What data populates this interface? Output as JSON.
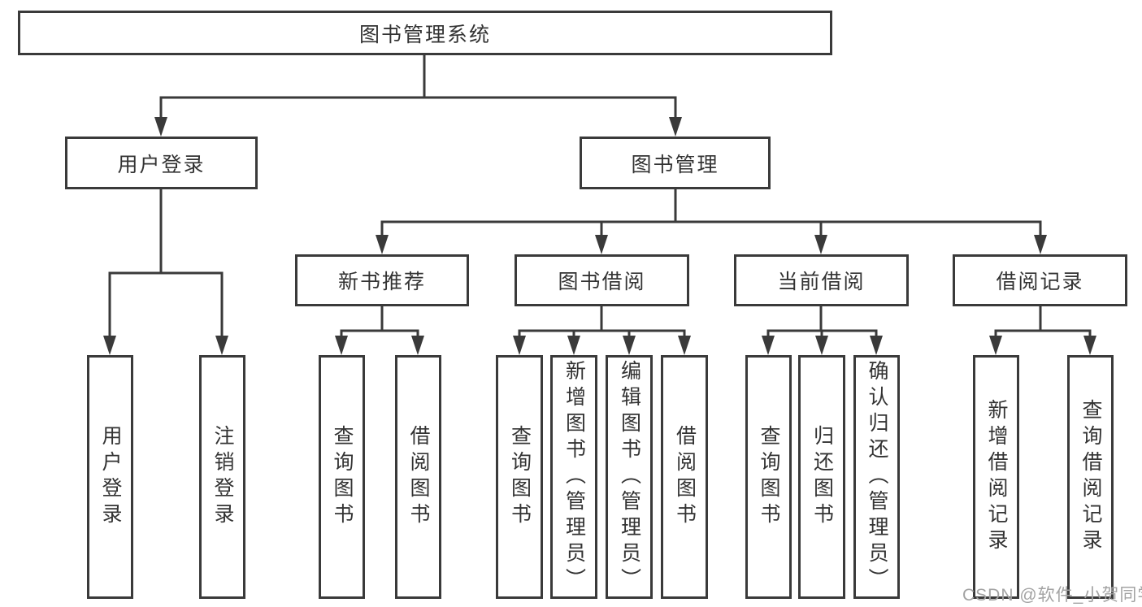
{
  "tree": {
    "root": {
      "label": "图书管理系统"
    },
    "branches": [
      {
        "label": "用户登录",
        "leaves": [
          "用户登录",
          "注销登录"
        ]
      },
      {
        "label": "图书管理",
        "groups": [
          {
            "label": "新书推荐",
            "leaves": [
              "查询图书",
              "借阅图书"
            ]
          },
          {
            "label": "图书借阅",
            "leaves": [
              "查询图书",
              "新增图书（管理员）",
              "编辑图书（管理员）",
              "借阅图书"
            ]
          },
          {
            "label": "当前借阅",
            "leaves": [
              "查询图书",
              "归还图书",
              "确认归还（管理员）"
            ]
          },
          {
            "label": "借阅记录",
            "leaves": [
              "新增借阅记录",
              "查询借阅记录"
            ]
          }
        ]
      }
    ]
  },
  "watermark": {
    "text": "CSDN @软件_小贺同学"
  },
  "colors": {
    "line": "#3a3a3a",
    "text": "#333333",
    "watermark": "#a3a3a3",
    "background": "#ffffff"
  }
}
